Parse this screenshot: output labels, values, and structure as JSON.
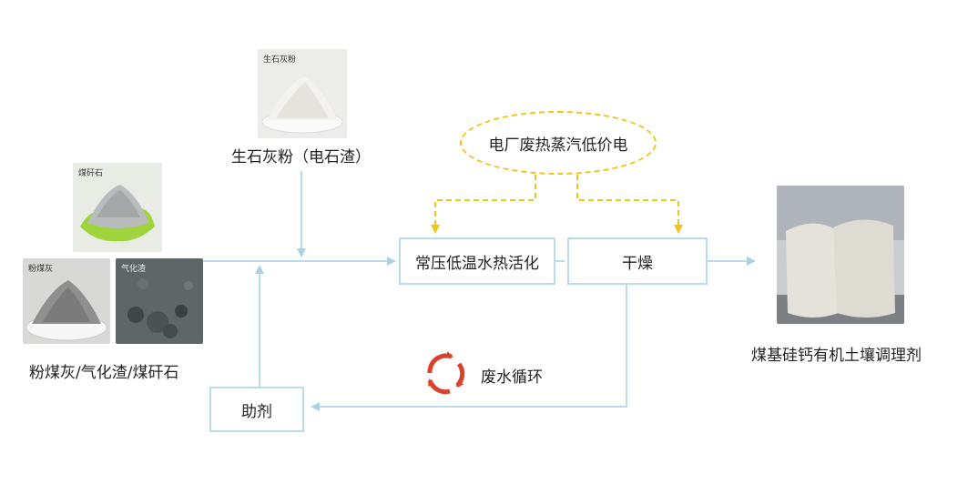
{
  "raw_materials": {
    "lime": {
      "photo_tag": "生石灰粉",
      "caption": "生石灰粉（电石渣）"
    },
    "gangue_photo_tag": "煤矸石",
    "flyash_photo_tag": "粉煤灰",
    "slag_photo_tag": "气化渣",
    "caption": "粉煤灰/气化渣/煤矸石"
  },
  "energy_source": {
    "label": "电厂废热蒸汽低价电"
  },
  "process": {
    "hydrothermal": "常压低温水热活化",
    "drying": "干燥",
    "additive": "助剂"
  },
  "recycle": {
    "label": "废水循环"
  },
  "product": {
    "caption": "煤基硅钙有机土壤调理剂"
  },
  "colors": {
    "line": "#b9dde6",
    "arrow": "#a9d3de",
    "dashed": "#f0c419",
    "cycle_red": "#d9412d"
  }
}
